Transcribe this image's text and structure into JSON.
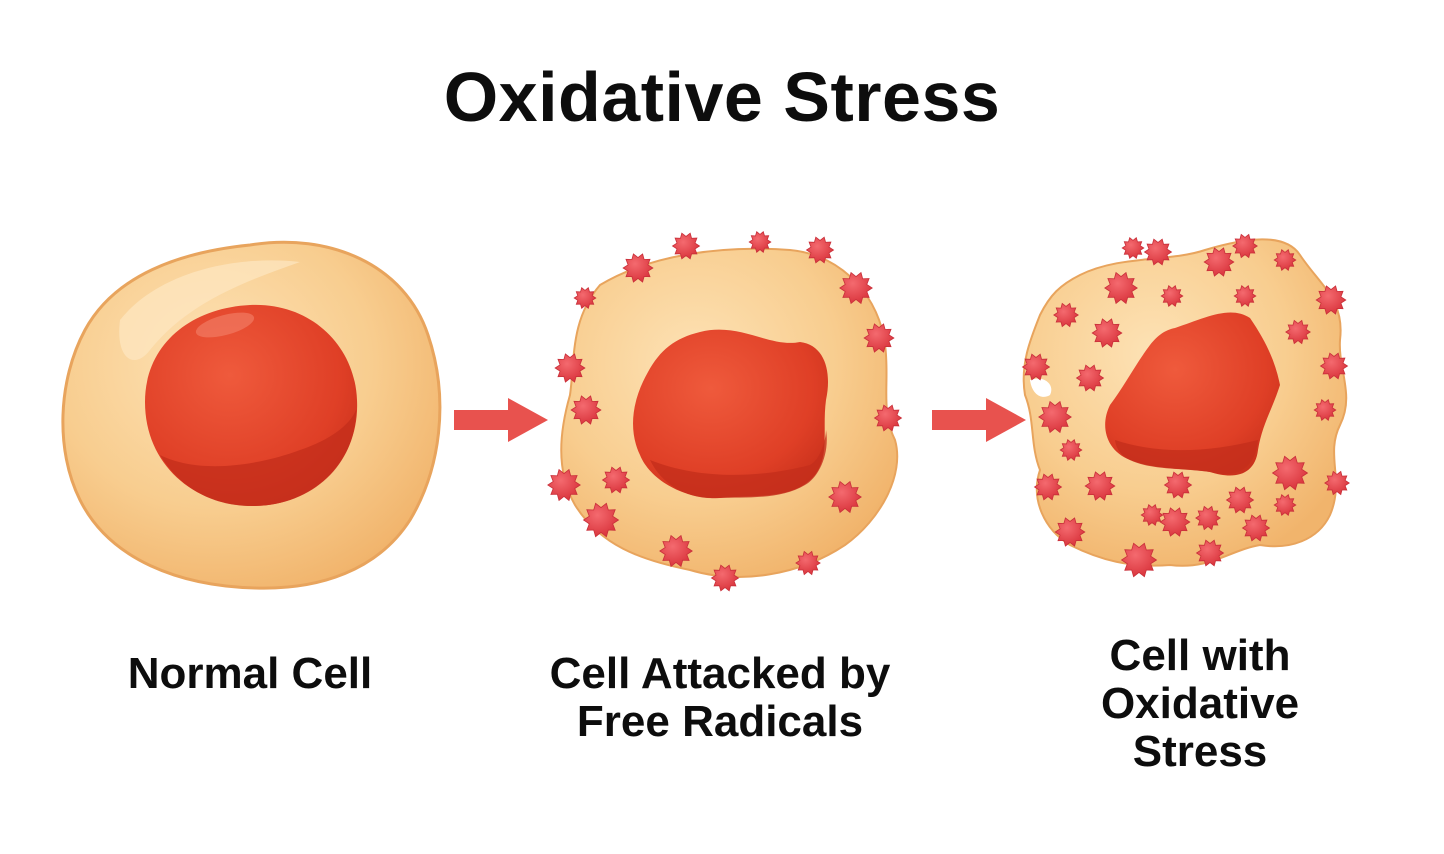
{
  "title": "Oxidative Stress",
  "stages": [
    {
      "label_lines": [
        "Normal Cell"
      ]
    },
    {
      "label_lines": [
        "Cell Attacked by",
        "Free Radicals"
      ]
    },
    {
      "label_lines": [
        "Cell with",
        "Oxidative",
        "Stress"
      ]
    }
  ],
  "colors": {
    "cytoplasm": "#f7c98a",
    "cytoplasm_edge": "#e9a95e",
    "nucleus": "#e0412b",
    "nucleus_dark": "#c42e1c",
    "radical": "#e8434a",
    "arrow": "#e8524e"
  }
}
